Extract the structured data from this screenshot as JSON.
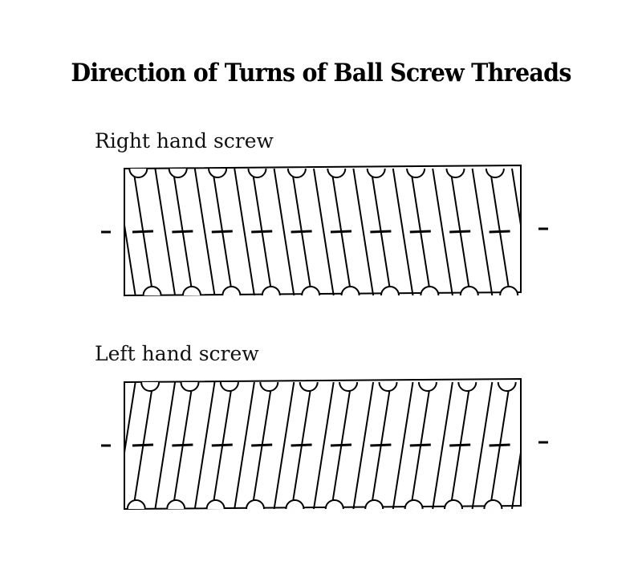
{
  "title": "Direction of Turns of Ball Screw Threads",
  "screws": [
    {
      "label": "Right hand screw",
      "hand": "right",
      "turns": 10
    },
    {
      "label": "Left hand screw",
      "hand": "left",
      "turns": 10
    }
  ],
  "colors": {
    "line": "#000000",
    "background": "#ffffff"
  }
}
